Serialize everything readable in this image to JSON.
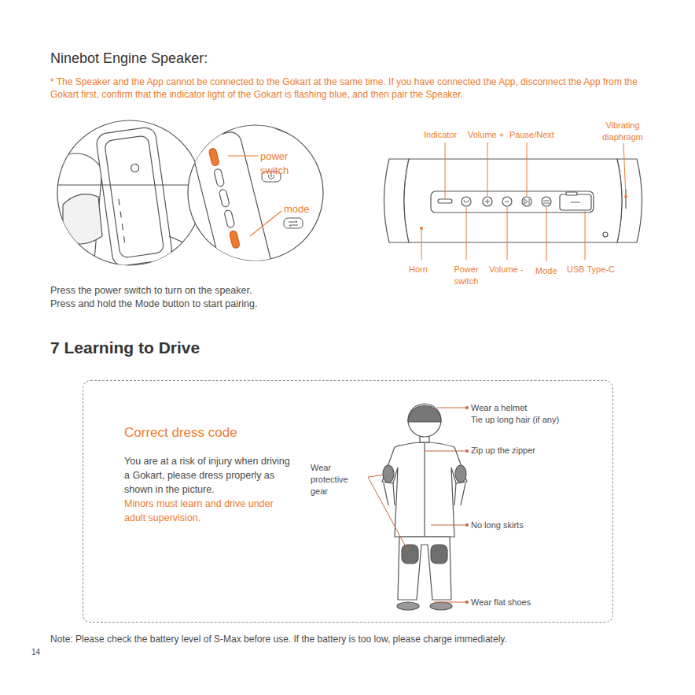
{
  "diagram": {
    "nodes": [
      {
        "text": [
          "Correct dress code",
          "You are at a risk of injury when driving a Gokart, please dress properly as shown in the picture.",
          "Minors must learn and drive under adult supervision."
        ]
      }
    ],
    "labels": [
      "Ninebot Engine Speaker:",
      "* The Speaker and the App cannot be connected to the Gokart at the same time. If you have connected the App, disconnect the App from the Gokart first, confirm that the indicator light of the Gokart is flashing blue, and then pair the Speaker.",
      "power switch",
      "mode",
      "Indicator",
      "Volume +",
      "Pause/Next",
      "Vibrating diaphragm",
      "Horn",
      "Power switch",
      "Volume -",
      "Mode",
      "USB Type-C",
      "Press the power switch to turn on the speaker.",
      "Press and hold the Mode button to start pairing.",
      "7 Learning to Drive",
      "Wear a helmet",
      "Tie up long hair (if any)",
      "Zip up the zipper",
      "Wear protective gear",
      "No long skirts",
      "Wear flat shoes",
      "Note: Please check the battery level of S-Max before use. If the battery is too low, please charge immediately.",
      "14"
    ]
  }
}
